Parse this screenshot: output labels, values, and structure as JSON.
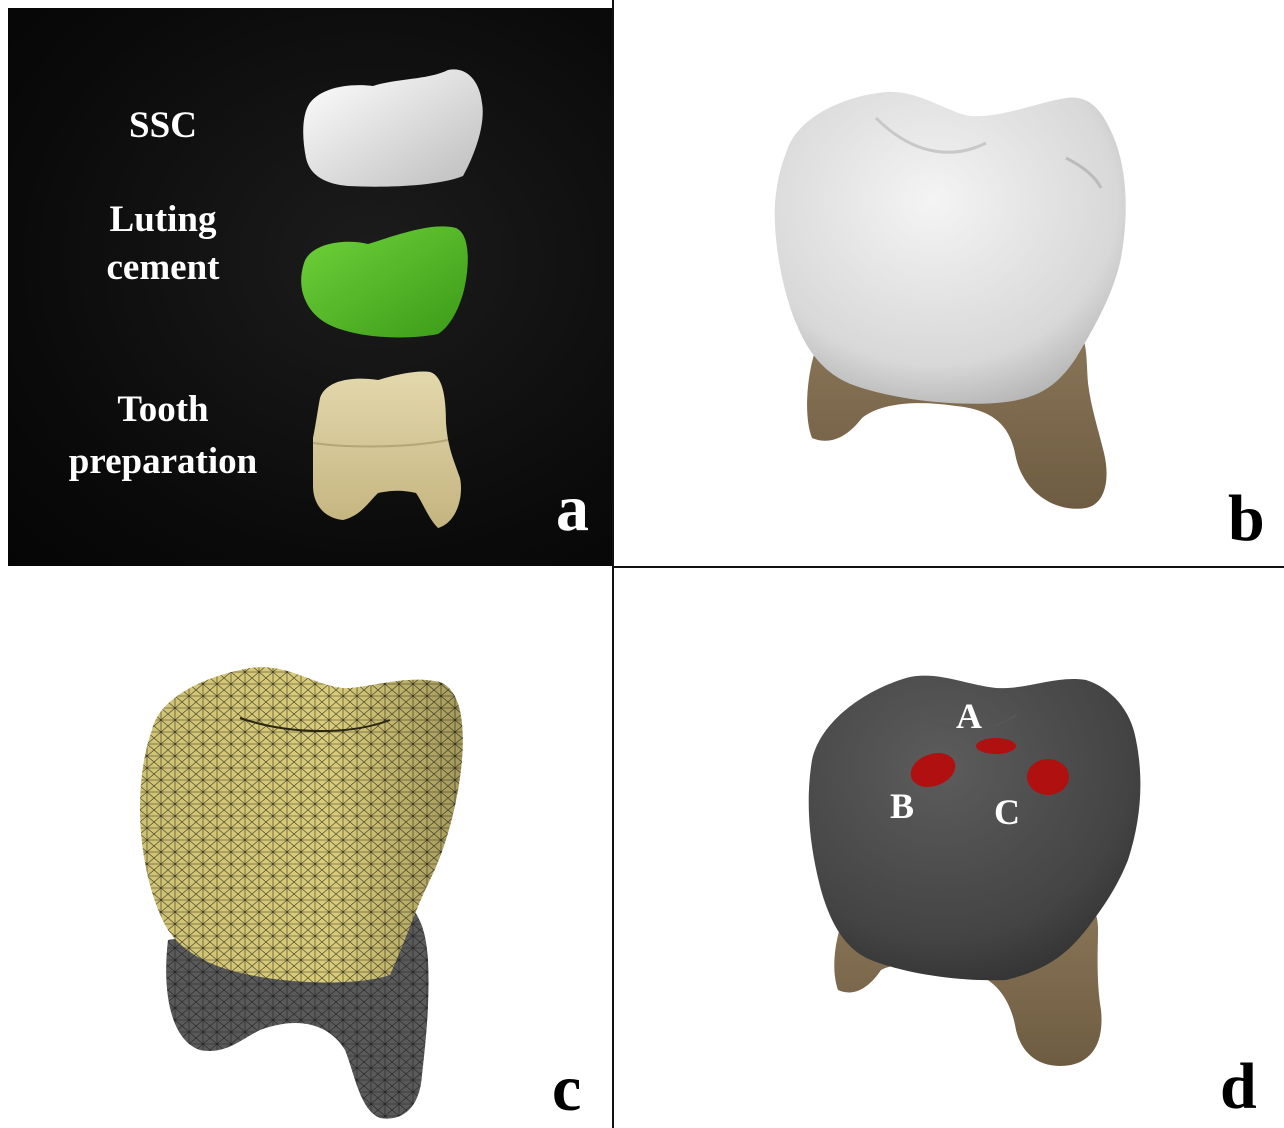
{
  "panel_a": {
    "labels": {
      "ssc": "SSC",
      "cement_line1": "Luting",
      "cement_line2": "cement",
      "tooth_line1": "Tooth",
      "tooth_line2": "preparation"
    },
    "letter": "a"
  },
  "panel_b": {
    "letter": "b"
  },
  "panel_c": {
    "letter": "c"
  },
  "panel_d": {
    "letter": "d",
    "points": {
      "a": "A",
      "b": "B",
      "c": "C"
    }
  },
  "colors": {
    "crown": "#e8e8e8",
    "cement": "#4fb526",
    "prep": "#d7c99a",
    "root": "#7d6a4f",
    "mesh_crown": "#d9cc7a",
    "mesh_root": "#5a5a5a",
    "dark_crown": "#4a4a4a",
    "contact_points": "#b01010"
  },
  "icons": [
    "ssc-crown-model",
    "luting-cement-model",
    "tooth-preparation-model",
    "tooth-with-crown-model",
    "meshed-tooth-model",
    "loaded-crown-model"
  ]
}
